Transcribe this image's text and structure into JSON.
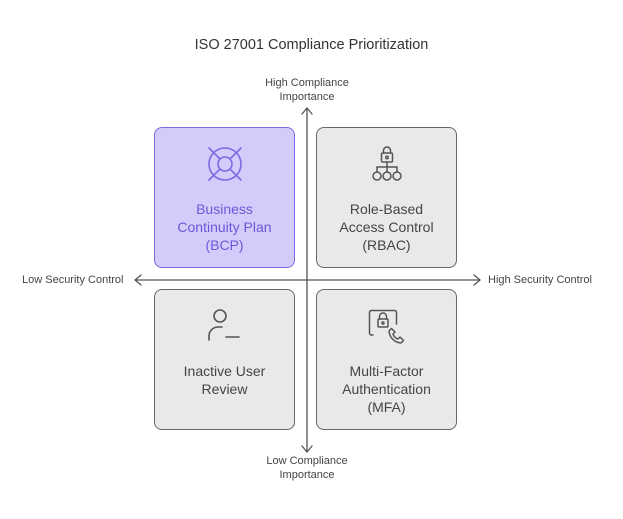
{
  "title": "ISO 27001 Compliance Prioritization",
  "axes": {
    "y_high": [
      "High Compliance",
      "Importance"
    ],
    "y_low": [
      "Low Compliance",
      "Importance"
    ],
    "x_low": "Low Security Control",
    "x_high": "High Security Control"
  },
  "quadrants": [
    {
      "id": "bcp",
      "lines": [
        "Business",
        "Continuity Plan",
        "(BCP)"
      ],
      "icon": "lifebuoy-icon",
      "highlighted": true
    },
    {
      "id": "rbac",
      "lines": [
        "Role-Based",
        "Access Control",
        "(RBAC)"
      ],
      "icon": "hierarchy-lock-icon",
      "highlighted": false
    },
    {
      "id": "iur",
      "lines": [
        "Inactive User",
        "Review"
      ],
      "icon": "user-minus-icon",
      "highlighted": false
    },
    {
      "id": "mfa",
      "lines": [
        "Multi-Factor",
        "Authentication",
        "(MFA)"
      ],
      "icon": "phone-lock-icon",
      "highlighted": false
    }
  ],
  "colors": {
    "highlight_fill": "#d3ccfb",
    "highlight_stroke": "#7c6ae0",
    "highlight_text": "#6b58d8",
    "quadrant_fill": "#e9e9e9",
    "quadrant_stroke": "#666666"
  }
}
